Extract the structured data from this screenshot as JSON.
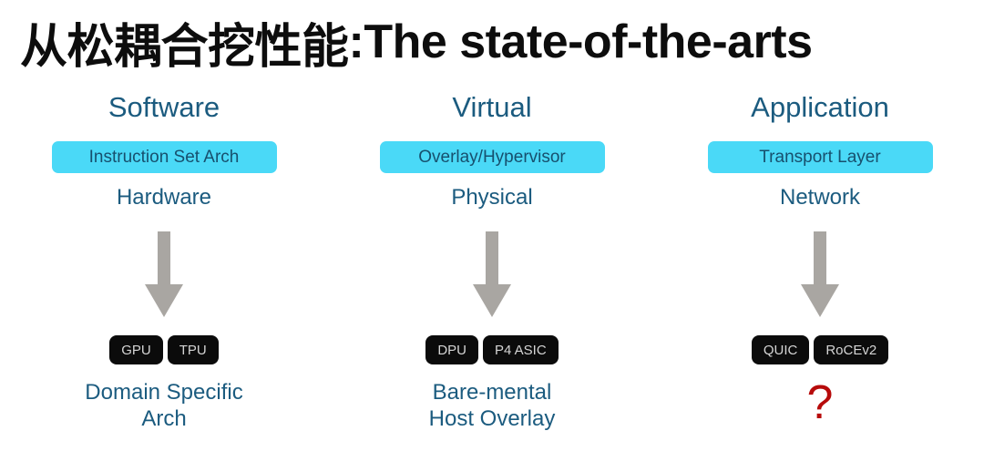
{
  "slide": {
    "title_cjk": "从松耦合挖性能",
    "title_latin": ":The state-of-the-arts",
    "title_full": "从松耦合挖性能:The state-of-the-arts",
    "background": "#ffffff"
  },
  "colors": {
    "title_text": "#0d0d0d",
    "heading_text": "#1b5b7f",
    "pill_bg": "#4ad9f7",
    "pill_text": "#17506e",
    "chip_bg": "#0b0b0b",
    "chip_text": "#d4d4d4",
    "arrow": "#a9a6a2",
    "question_mark": "#b70b0b"
  },
  "columns": [
    {
      "header": "Software",
      "pill": "Instruction Set Arch",
      "subtitle": "Hardware",
      "arrow_icon": "arrow-down-icon",
      "chips": [
        "GPU",
        "TPU"
      ],
      "footer_lines": [
        "Domain Specific",
        "Arch"
      ],
      "footer_is_question": false
    },
    {
      "header": "Virtual",
      "pill": "Overlay/Hypervisor",
      "subtitle": "Physical",
      "arrow_icon": "arrow-down-icon",
      "chips": [
        "DPU",
        "P4 ASIC"
      ],
      "footer_lines": [
        "Bare-mental",
        "Host Overlay"
      ],
      "footer_is_question": false
    },
    {
      "header": "Application",
      "pill": "Transport Layer",
      "subtitle": "Network",
      "arrow_icon": "arrow-down-icon",
      "chips": [
        "QUIC",
        "RoCEv2"
      ],
      "footer_lines": [
        "?"
      ],
      "footer_is_question": true
    }
  ]
}
